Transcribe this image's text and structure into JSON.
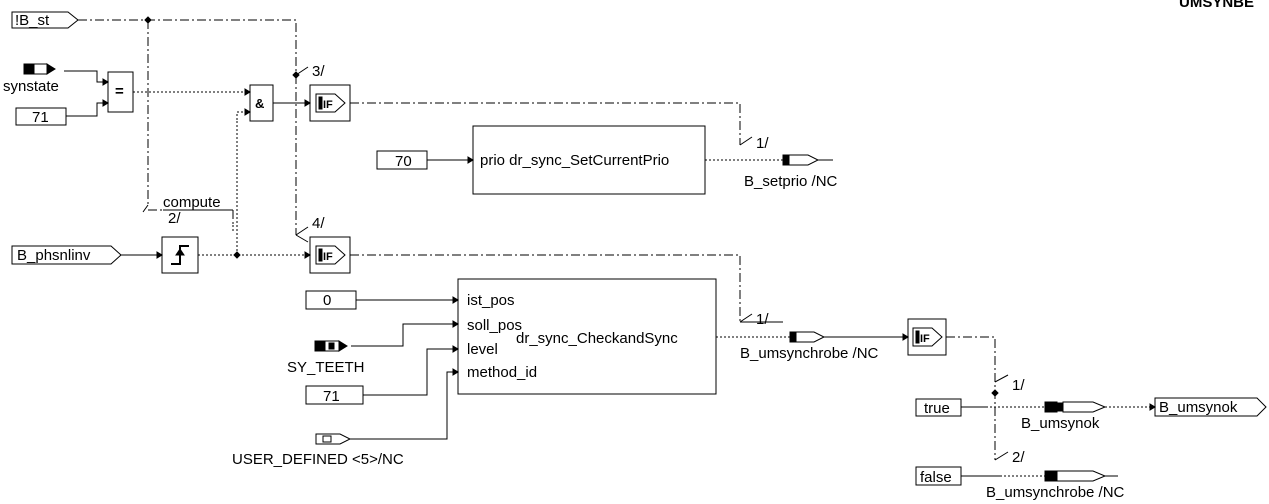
{
  "header": {
    "module_name": "UMSYNBE"
  },
  "inputs": {
    "b_st": "!B_st",
    "synstate": "synstate",
    "const_71_a": "71",
    "b_phsnlinv": "B_phsnlinv",
    "const_70": "70",
    "const_0": "0",
    "sy_teeth": "SY_TEETH",
    "const_71_b": "71",
    "user_defined": "USER_DEFINED <5>/NC",
    "const_true": "true",
    "const_false": "false"
  },
  "blocks": {
    "eq_symbol": "=",
    "and_symbol": "&",
    "if_symbol": "IF",
    "compute_label": "compute",
    "prio_block": "prio dr_sync_SetCurrentPrio",
    "check_block": "dr_sync_CheckandSync",
    "check_ports": [
      "ist_pos",
      "soll_pos",
      "level",
      "method_id"
    ]
  },
  "sequence_labels": {
    "s3": "3/",
    "s4": "4/",
    "s2": "2/",
    "s1_prio": "1/",
    "s1_check": "1/",
    "s1_out": "1/",
    "s2_out": "2/"
  },
  "outputs": {
    "b_setprio": "B_setprio /NC",
    "b_umsynchrobe_mid": "B_umsynchrobe /NC",
    "b_umsynok_var": "B_umsynok",
    "b_umsynok_port": "B_umsynok",
    "b_umsynchrobe_bottom": "B_umsynchrobe /NC"
  }
}
